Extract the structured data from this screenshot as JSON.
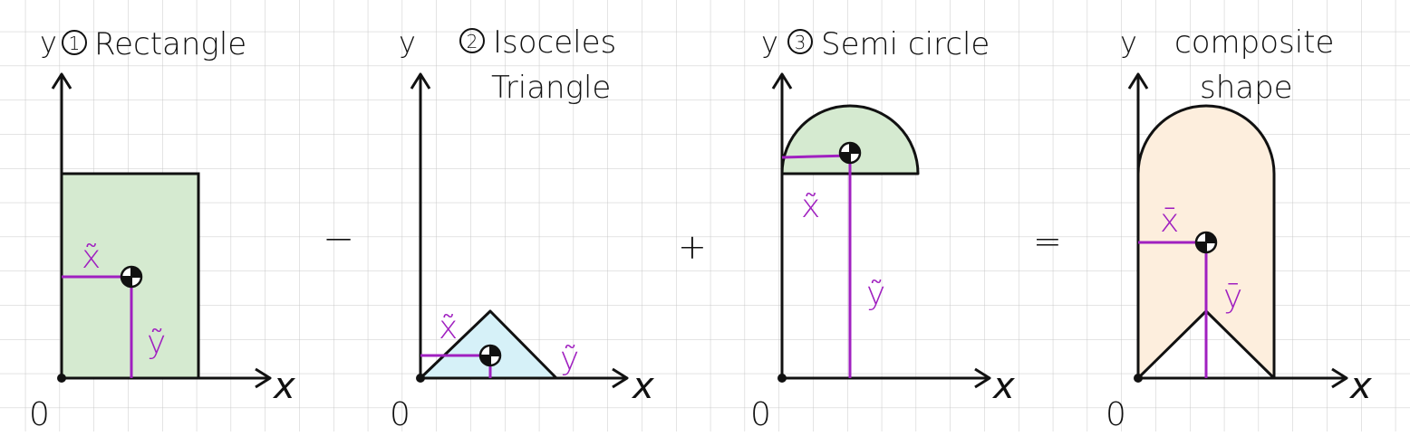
{
  "colors": {
    "grid": "#c8c8c8",
    "ink": "#111111",
    "accent": "#a020c0",
    "rect_fill": "#d5ead0",
    "triangle_fill": "#d6f1f8",
    "semicircle_fill": "#d5ead0",
    "composite_fill": "#fdeedd"
  },
  "panels": [
    {
      "axis_y": "y",
      "number": "1",
      "title_line1": "Rectangle",
      "title_line2": "",
      "origin": "0",
      "axis_x": "x",
      "label_x": "x̃",
      "label_y": "ỹ"
    },
    {
      "axis_y": "y",
      "number": "2",
      "title_line1": "Isoceles",
      "title_line2": "Triangle",
      "origin": "0",
      "axis_x": "x",
      "label_x": "x̃",
      "label_y": "ỹ"
    },
    {
      "axis_y": "y",
      "number": "3",
      "title_line1": "Semi circle",
      "title_line2": "",
      "origin": "0",
      "axis_x": "x",
      "label_x": "x̃",
      "label_y": "ỹ"
    },
    {
      "axis_y": "y",
      "number": "",
      "title_line1": "composite",
      "title_line2": "shape",
      "origin": "0",
      "axis_x": "x",
      "label_x": "x̄",
      "label_y": "ȳ"
    }
  ],
  "operators": {
    "minus": "−",
    "plus": "+",
    "equals": "="
  }
}
